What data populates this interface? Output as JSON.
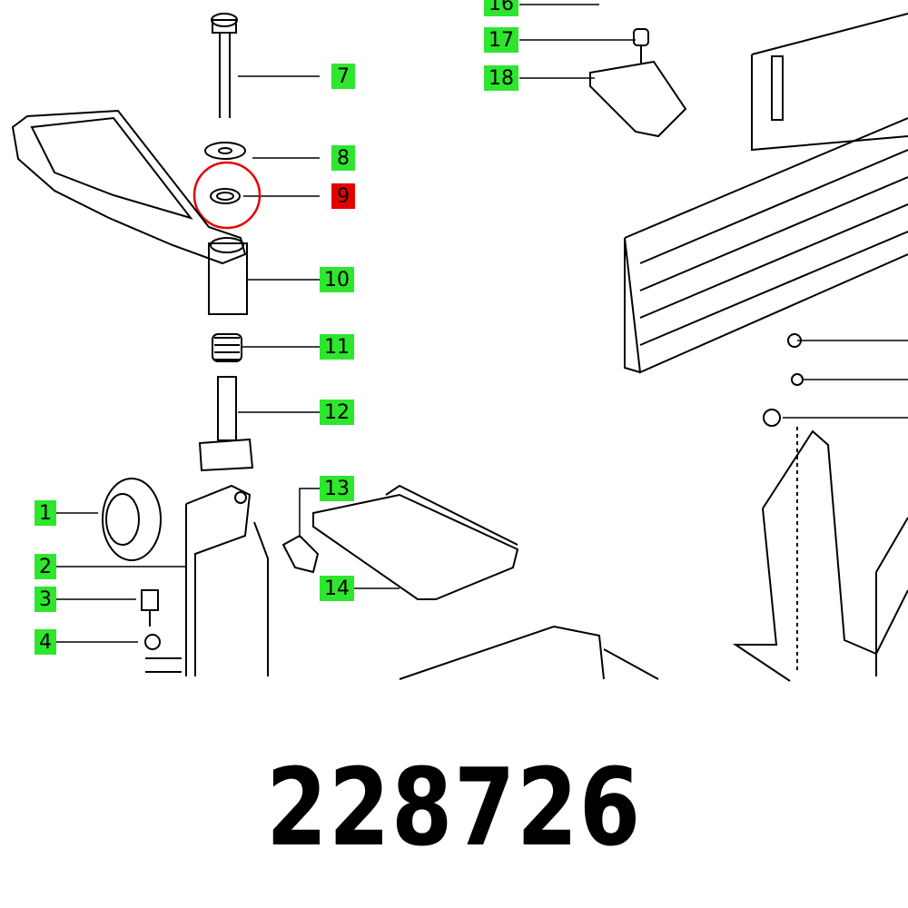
{
  "colors": {
    "label_bg": "#2ee62e",
    "highlight_bg": "#e60000",
    "highlight_circle": "#e60000",
    "line": "#000000"
  },
  "callouts": [
    {
      "num": "16",
      "highlighted": false
    },
    {
      "num": "17",
      "highlighted": false
    },
    {
      "num": "18",
      "highlighted": false
    },
    {
      "num": "7",
      "highlighted": false
    },
    {
      "num": "8",
      "highlighted": false
    },
    {
      "num": "9",
      "highlighted": true
    },
    {
      "num": "10",
      "highlighted": false
    },
    {
      "num": "11",
      "highlighted": false
    },
    {
      "num": "12",
      "highlighted": false
    },
    {
      "num": "13",
      "highlighted": false
    },
    {
      "num": "14",
      "highlighted": false
    },
    {
      "num": "1",
      "highlighted": false
    },
    {
      "num": "2",
      "highlighted": false
    },
    {
      "num": "3",
      "highlighted": false
    },
    {
      "num": "4",
      "highlighted": false
    }
  ],
  "part_number": "228726"
}
